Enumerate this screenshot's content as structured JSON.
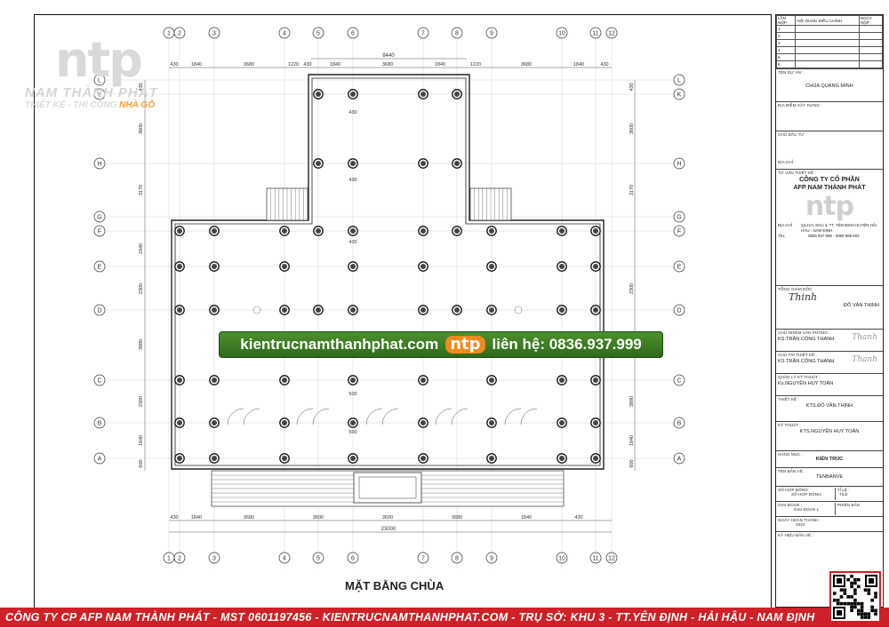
{
  "brand": {
    "logo_mark": "ntp",
    "name": "NAM THÀNH PHÁT",
    "tagline_prefix": "THIẾT KẾ - THI CÔNG ",
    "tagline_highlight": "NHÀ GỖ"
  },
  "banner": {
    "website": "kientrucnamthanhphat.com",
    "mark": "ntp",
    "contact": "liên hệ: 0836.937.999"
  },
  "plan": {
    "title": "MẶT BẰNG CHÙA",
    "top_axes": [
      "1",
      "2",
      "3",
      "4",
      "5",
      "6",
      "7",
      "8",
      "9",
      "10",
      "11",
      "12"
    ],
    "bottom_axes": [
      "1",
      "2",
      "3",
      "4",
      "5",
      "6",
      "7",
      "8",
      "9",
      "10",
      "11",
      "12"
    ],
    "side_axes": [
      "L",
      "K",
      "H",
      "G",
      "F",
      "E",
      "D",
      "C",
      "B",
      "A"
    ],
    "top_dims_total": "8440",
    "top_dims": [
      "430",
      "1840",
      "3680",
      "1220",
      "430",
      "1840",
      "3680",
      "1840",
      "1220",
      "3680",
      "1840",
      "430"
    ],
    "bottom_dims": [
      "430",
      "1840",
      "3680",
      "3600",
      "3600",
      "3680",
      "1840",
      "430"
    ],
    "bottom_total": "23000",
    "left_dims": [
      "430",
      "3600",
      "3170",
      "1840",
      "2300",
      "3880",
      "2300",
      "1840",
      "600"
    ],
    "right_dims": [
      "430",
      "3600",
      "3170",
      "2300",
      "2300",
      "3880",
      "1840",
      "600"
    ],
    "column_labels": [
      "430",
      "430",
      "430",
      "500",
      "500",
      "500"
    ]
  },
  "title_block": {
    "rev_headers": [
      "LẦN NỘP",
      "NỘI DUNG ĐIỀU CHỈNH",
      "NGÀY NỘP"
    ],
    "rev_rows": [
      "1",
      "2",
      "3",
      "4",
      "5",
      "6"
    ],
    "project_label": "TÊN DỰ ÁN :",
    "project_value": "CHÙA QUANG MINH",
    "location_label": "ĐỊA ĐIỂM XÂY DỰNG :",
    "investor_label": "CHỦ ĐẦU TƯ :",
    "address_label": "ĐỊA CHỈ :",
    "consultant_label": "TƯ VẤN THIẾT KẾ :",
    "consultant_line1": "CÔNG TY CỔ PHẦN",
    "consultant_line2": "AFP NAM THÀNH PHÁT",
    "tb_logo": "ntp",
    "addr_key": "ĐỊA CHỈ",
    "addr_value": "QL21A, KHU 3, TT. YÊN ĐỊNH HUYỆN HẢI HẬU - NAM ĐỊNH",
    "tel_key": "TEL",
    "tel_value": "0836 937 999 - 0889 889 663",
    "director_label": "TỔNG GIÁM ĐỐC",
    "director_name": "ĐỖ VĂN THỊNH",
    "chief_office_label": "CHỦ NHIỆM VĂN PHÒNG :",
    "chief_office_name": "KS.TRẦN CÔNG THÀNH",
    "chief_design_label": "CHỦ TRÌ THIẾT KẾ :",
    "chief_design_name": "KS.TRẦN CÔNG THÀNH",
    "tech_mgr_label": "QUẢN LÝ KỸ THUẬT :",
    "tech_mgr_name": "Ks.NGUYỄN HUY TOẢN",
    "designer_label": "THIẾT KẾ :",
    "designer_name": "KTS.ĐỖ VĂN THỊNH",
    "tech_label": "KỸ THUẬT :",
    "tech_name": "KTS.NGUYỄN HUY TOẢN",
    "category_label": "HẠNG MỤC :",
    "category_value": "KIẾN TRÚC",
    "drawing_label": "TÊN BẢN VẼ :",
    "drawing_value": "TENBANVE",
    "contract_label": "SỐ HỢP ĐỒNG :",
    "contract_value": "SỐ HỢP ĐỒNG",
    "scale_label": "TỈ LỆ :",
    "scale_value": "TILE",
    "phase_label": "GIAI ĐOẠN :",
    "phase_value": "GIAI ĐOẠN 1",
    "version_label": "PHIÊN BẢN",
    "completion_label": "NGÀY HOÀN THÀNH :",
    "completion_value": "2024",
    "code_label": "KÝ HIỆU BẢN VẼ :"
  },
  "footer": {
    "text": "CÔNG TY CP AFP NAM THÀNH PHÁT - MST 0601197456 - KIENTRUCNAMTHANHPHAT.COM - TRỤ SỞ: KHU 3 - TT.YÊN ĐỊNH - HẢI HẬU - NAM ĐỊNH"
  },
  "colors": {
    "banner_green": "#3f7d25",
    "footer_red": "#cf2027",
    "accent_orange": "#f08a1a"
  }
}
